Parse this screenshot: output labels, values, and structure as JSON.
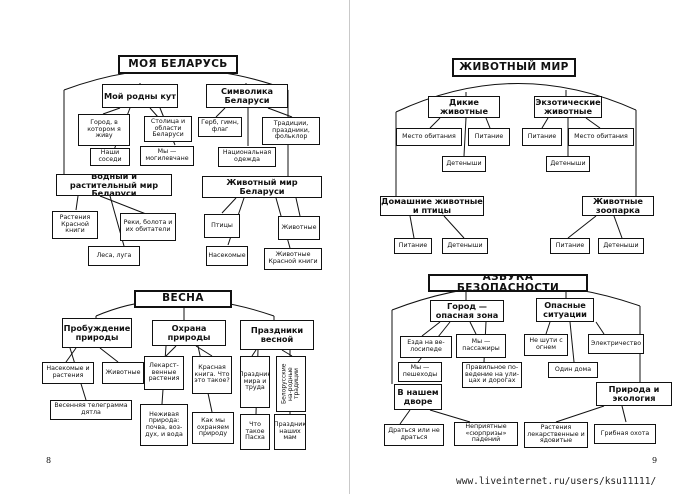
{
  "diagrams": {
    "my_belarus": {
      "title": "МОЯ БЕЛАРУСЬ",
      "native_spot": "Мой родны кут",
      "city_where_i_live": "Город, в котором я живу",
      "our_neighbors": "Наши соседи",
      "capital_regions": "Столица и области Беларуси",
      "we_belarusians": "Мы — могилевчане",
      "symbols": "Символика Беларуси",
      "coat_anthem_flag": "Герб, гимн, флаг",
      "traditions": "Традиции, праздники, фольклор",
      "national_clothing": "Национальная одежда",
      "water_plant_world": "Водный и растительный мир Беларуси",
      "red_book_plants": "Растения Красной книги",
      "rivers_lakes": "Реки, болота и их обитатели",
      "forest_meadows": "Леса, луга",
      "animal_world_belarus": "Животный мир Беларуси",
      "birds": "Птицы",
      "animals": "Животные",
      "insects": "Насекомые",
      "red_book_animals": "Животные Красной книги"
    },
    "spring": {
      "title": "ВЕСНА",
      "awakening": "Пробуждение природы",
      "insects_plants": "Насекомые и растения",
      "animals": "Животные",
      "spring_telegram": "Весенняя телеграмма дятла",
      "protection": "Охрана природы",
      "medicinal_plants": "Лекарст-венные растения",
      "red_book_what": "Красная книга. Что это такое?",
      "inanimate_nature": "Неживая природа: почва, воз-дух, и вода",
      "how_we_protect": "Как мы охраняем природу",
      "spring_holidays": "Праздники весной",
      "peace_labour": "Праздник мира и труда",
      "belarusian_traditions": "Белорусские на-родные традиции",
      "what_is_easter": "Что такое Пасха",
      "our_mothers": "Праздник наших мам"
    },
    "animal_world": {
      "title": "ЖИВОТНЫЙ МИР",
      "wild": "Дикие животные",
      "wild_habitat": "Место обитания",
      "wild_food": "Питание",
      "wild_young": "Детеныши",
      "exotic": "Экзотические животные",
      "exotic_food": "Питание",
      "exotic_habitat": "Место обитания",
      "exotic_young": "Детеныши",
      "domestic": "Домашние животные и птицы",
      "domestic_food": "Питание",
      "domestic_young": "Детеныши",
      "zoo": "Животные зоопарка",
      "zoo_food": "Питание",
      "zoo_young": "Детеныши"
    },
    "safety": {
      "title": "АЗБУКА БЕЗОПАСНОСТИ",
      "city_danger": "Город — опасная зона",
      "ride_bike": "Езда на ве-лосипеде",
      "we_pedestrian": "Мы — пешеходы",
      "we_passengers": "Мы — пассажиры",
      "street_rules": "Правильное по-ведение на ули-цах и дорогах",
      "dangerous_situations": "Опасные ситуации",
      "fire": "Не шути с огнем",
      "electricity": "Электричество",
      "home_alone": "Один дома",
      "our_yard": "В нашем дворе",
      "fight": "Драться или не драться",
      "surprises": "Неприятные «сюрпризы» падений",
      "nature_ecology": "Природа и экология",
      "plants_poison": "Растения лекарственные и ядовитые",
      "mushroom_hunt": "Грибная охота"
    }
  },
  "page_numbers": {
    "left": "8",
    "right": "9"
  },
  "watermark": "www.liveinternet.ru/users/ksu11111/"
}
